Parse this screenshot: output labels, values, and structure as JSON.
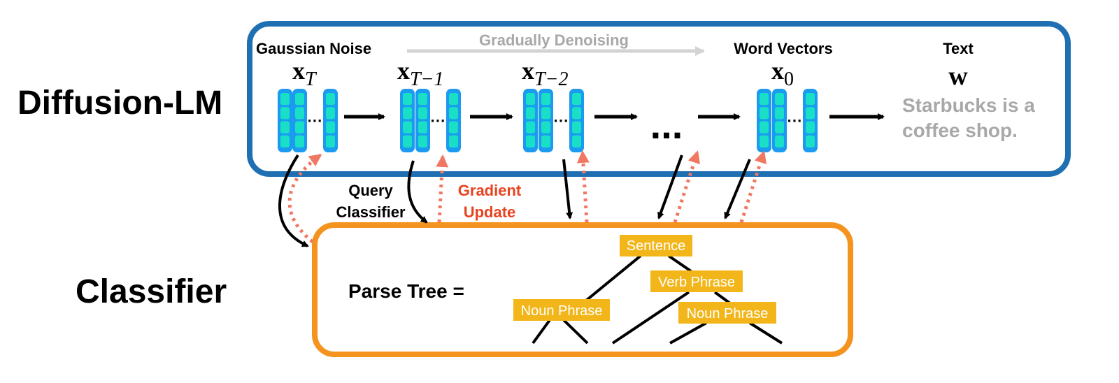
{
  "diagram": {
    "left_labels": {
      "diffusion": "Diffusion-LM",
      "classifier": "Classifier"
    },
    "top": {
      "gaussian_noise": "Gaussian Noise",
      "gradually_denoising": "Gradually Denoising",
      "word_vectors": "Word Vectors",
      "text_header": "Text",
      "ellipsis": "...",
      "text_output_line1": "Starbucks is a",
      "text_output_line2": "coffee shop.",
      "vector_dots": "···"
    },
    "symbols": {
      "xT": {
        "base": "x",
        "sub": "T"
      },
      "xT1": {
        "base": "x",
        "sub": "T−1"
      },
      "xT2": {
        "base": "x",
        "sub": "T−2"
      },
      "x0": {
        "base": "x",
        "sub": "0"
      },
      "w": "w"
    },
    "middle": {
      "query_line1": "Query",
      "query_line2": "Classifier",
      "gradient_line1": "Gradient",
      "gradient_line2": "Update"
    },
    "classifier": {
      "parse_tree_label": "Parse Tree =",
      "nodes": {
        "sentence": "Sentence",
        "verb_phrase": "Verb Phrase",
        "noun_phrase_left": "Noun Phrase",
        "noun_phrase_right": "Noun Phrase"
      }
    },
    "colors": {
      "diffusion_border": "#1f6fb3",
      "classifier_border": "#f5931f",
      "node_fill": "#f2b61a",
      "vector_outer": "#1a9bf0",
      "vector_inner": "#19dfc6",
      "gradient_red": "#e8431f",
      "gradient_arrow": "#f07863",
      "gray_text": "#a8a8a8",
      "denoise_arrow": "#d3d3d3"
    }
  }
}
